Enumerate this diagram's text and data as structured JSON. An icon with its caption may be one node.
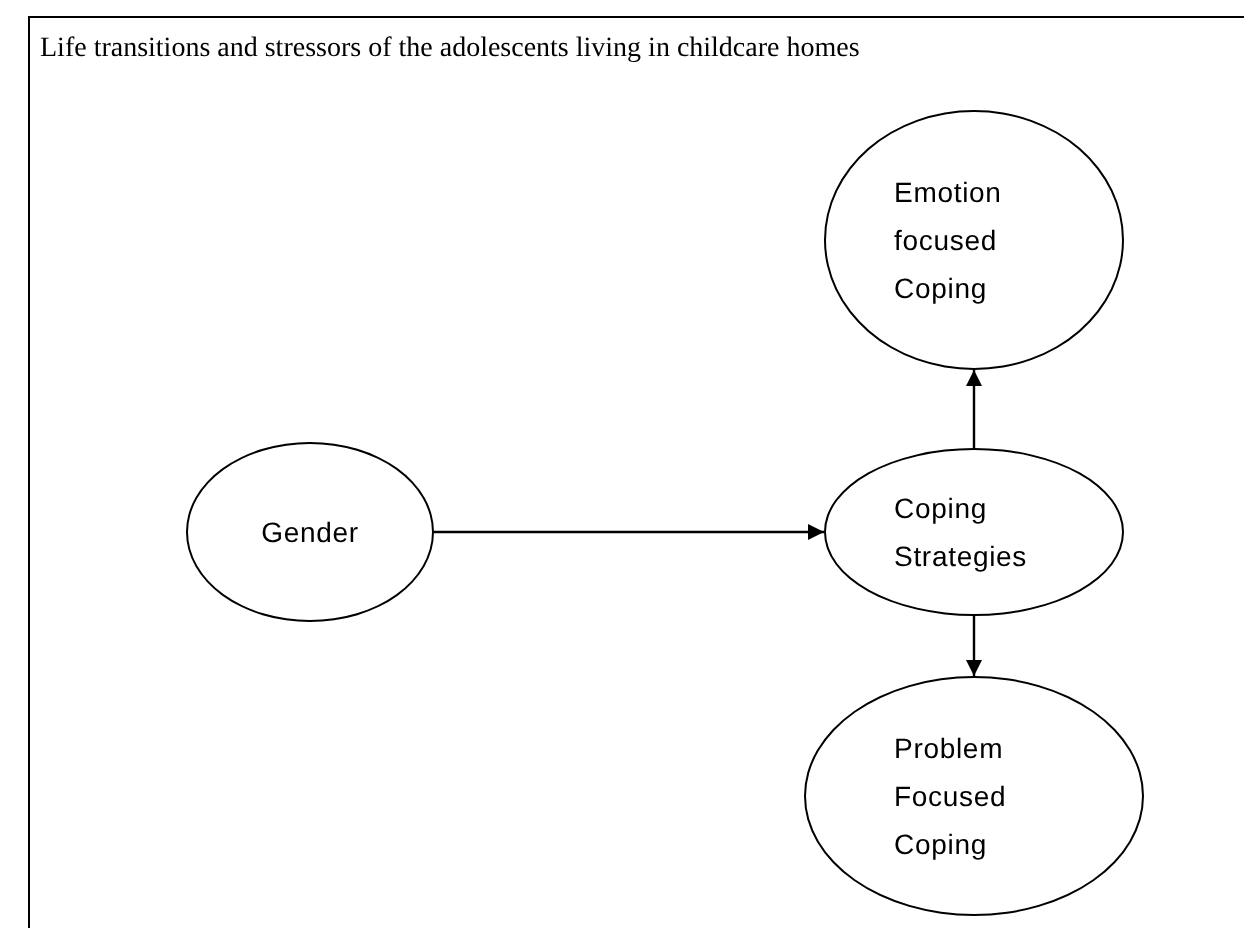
{
  "diagram": {
    "title": "Life transitions and stressors of the adolescents living in childcare homes",
    "nodes": [
      {
        "text": [
          "Emotion focused Coping"
        ]
      },
      {
        "text": [
          "Gender"
        ]
      },
      {
        "text": [
          "Coping Strategies"
        ]
      },
      {
        "text": [
          "Problem Focused Coping"
        ]
      }
    ],
    "edges": [
      {
        "from": 1,
        "to": 2,
        "arrow": "to"
      },
      {
        "from": 2,
        "to": 0,
        "arrow": "to"
      },
      {
        "from": 2,
        "to": 3,
        "arrow": "to"
      }
    ]
  }
}
